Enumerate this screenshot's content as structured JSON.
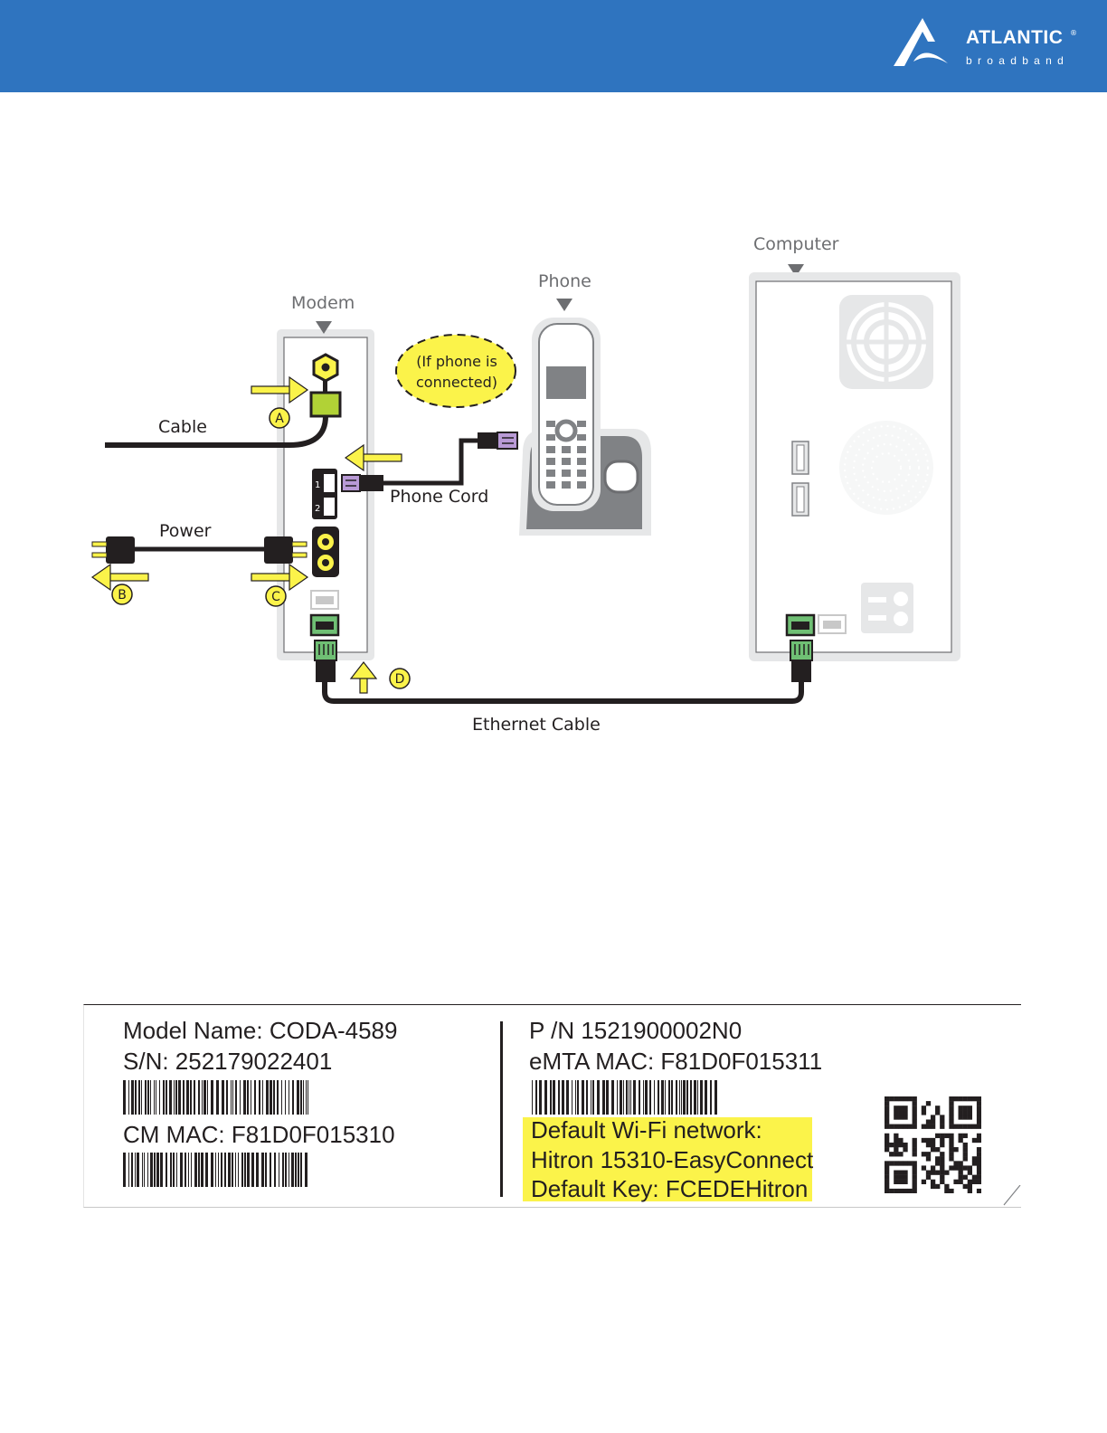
{
  "header": {
    "brand": "ATLANTIC",
    "brand_mark": "®",
    "brand_sub": "broadband",
    "bar_color": "#2f74bf"
  },
  "diagram": {
    "devices": {
      "modem": "Modem",
      "phone": "Phone",
      "computer": "Computer"
    },
    "connections": {
      "cable": "Cable",
      "power": "Power",
      "phone_cord": "Phone Cord",
      "ethernet": "Ethernet Cable"
    },
    "note": "(If phone is\nconnected)",
    "steps": [
      "A",
      "B",
      "C",
      "D"
    ],
    "phone_ports": [
      "1",
      "2"
    ],
    "colors": {
      "highlight": "#fbf34a",
      "cable_connector": "#b1d236",
      "ethernet_port": "#6fbf74",
      "phone_plug": "#b99ad6",
      "device_gray": "#e6e7e8"
    }
  },
  "device_label": {
    "model_name": "Model Name: CODA-4589",
    "serial": "S/N: 252179022401",
    "cm_mac": "CM MAC: F81D0F015310",
    "part_number": "P /N 1521900002N0",
    "emta_mac": "eMTA MAC: F81D0F015311",
    "wifi_network_label": "Default Wi-Fi network:",
    "wifi_network_name": "Hitron 15310-EasyConnect",
    "wifi_key": "Default Key: FCEDEHitron"
  }
}
